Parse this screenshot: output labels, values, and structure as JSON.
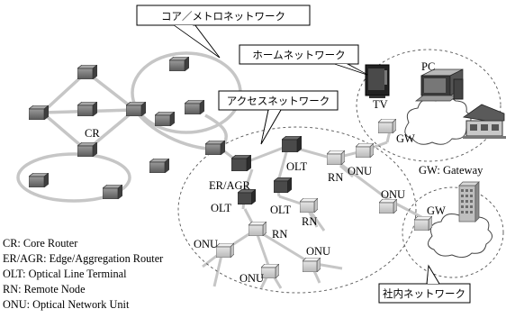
{
  "callouts": {
    "core_metro": "コア／メトロネットワーク",
    "home": "ホームネットワーク",
    "access": "アクセスネットワーク",
    "corporate": "社内ネットワーク"
  },
  "labels": {
    "cr": "CR",
    "er_agr": "ER/AGR",
    "olt": "OLT",
    "rn": "RN",
    "onu": "ONU",
    "gw": "GW",
    "tv": "TV",
    "pc": "PC"
  },
  "gateway_note": "GW: Gateway",
  "legend": [
    "CR: Core Router",
    "ER/AGR: Edge/Aggregation Router",
    "OLT: Optical Line Terminal",
    "RN: Remote Node",
    "ONU: Optical Network Unit"
  ]
}
